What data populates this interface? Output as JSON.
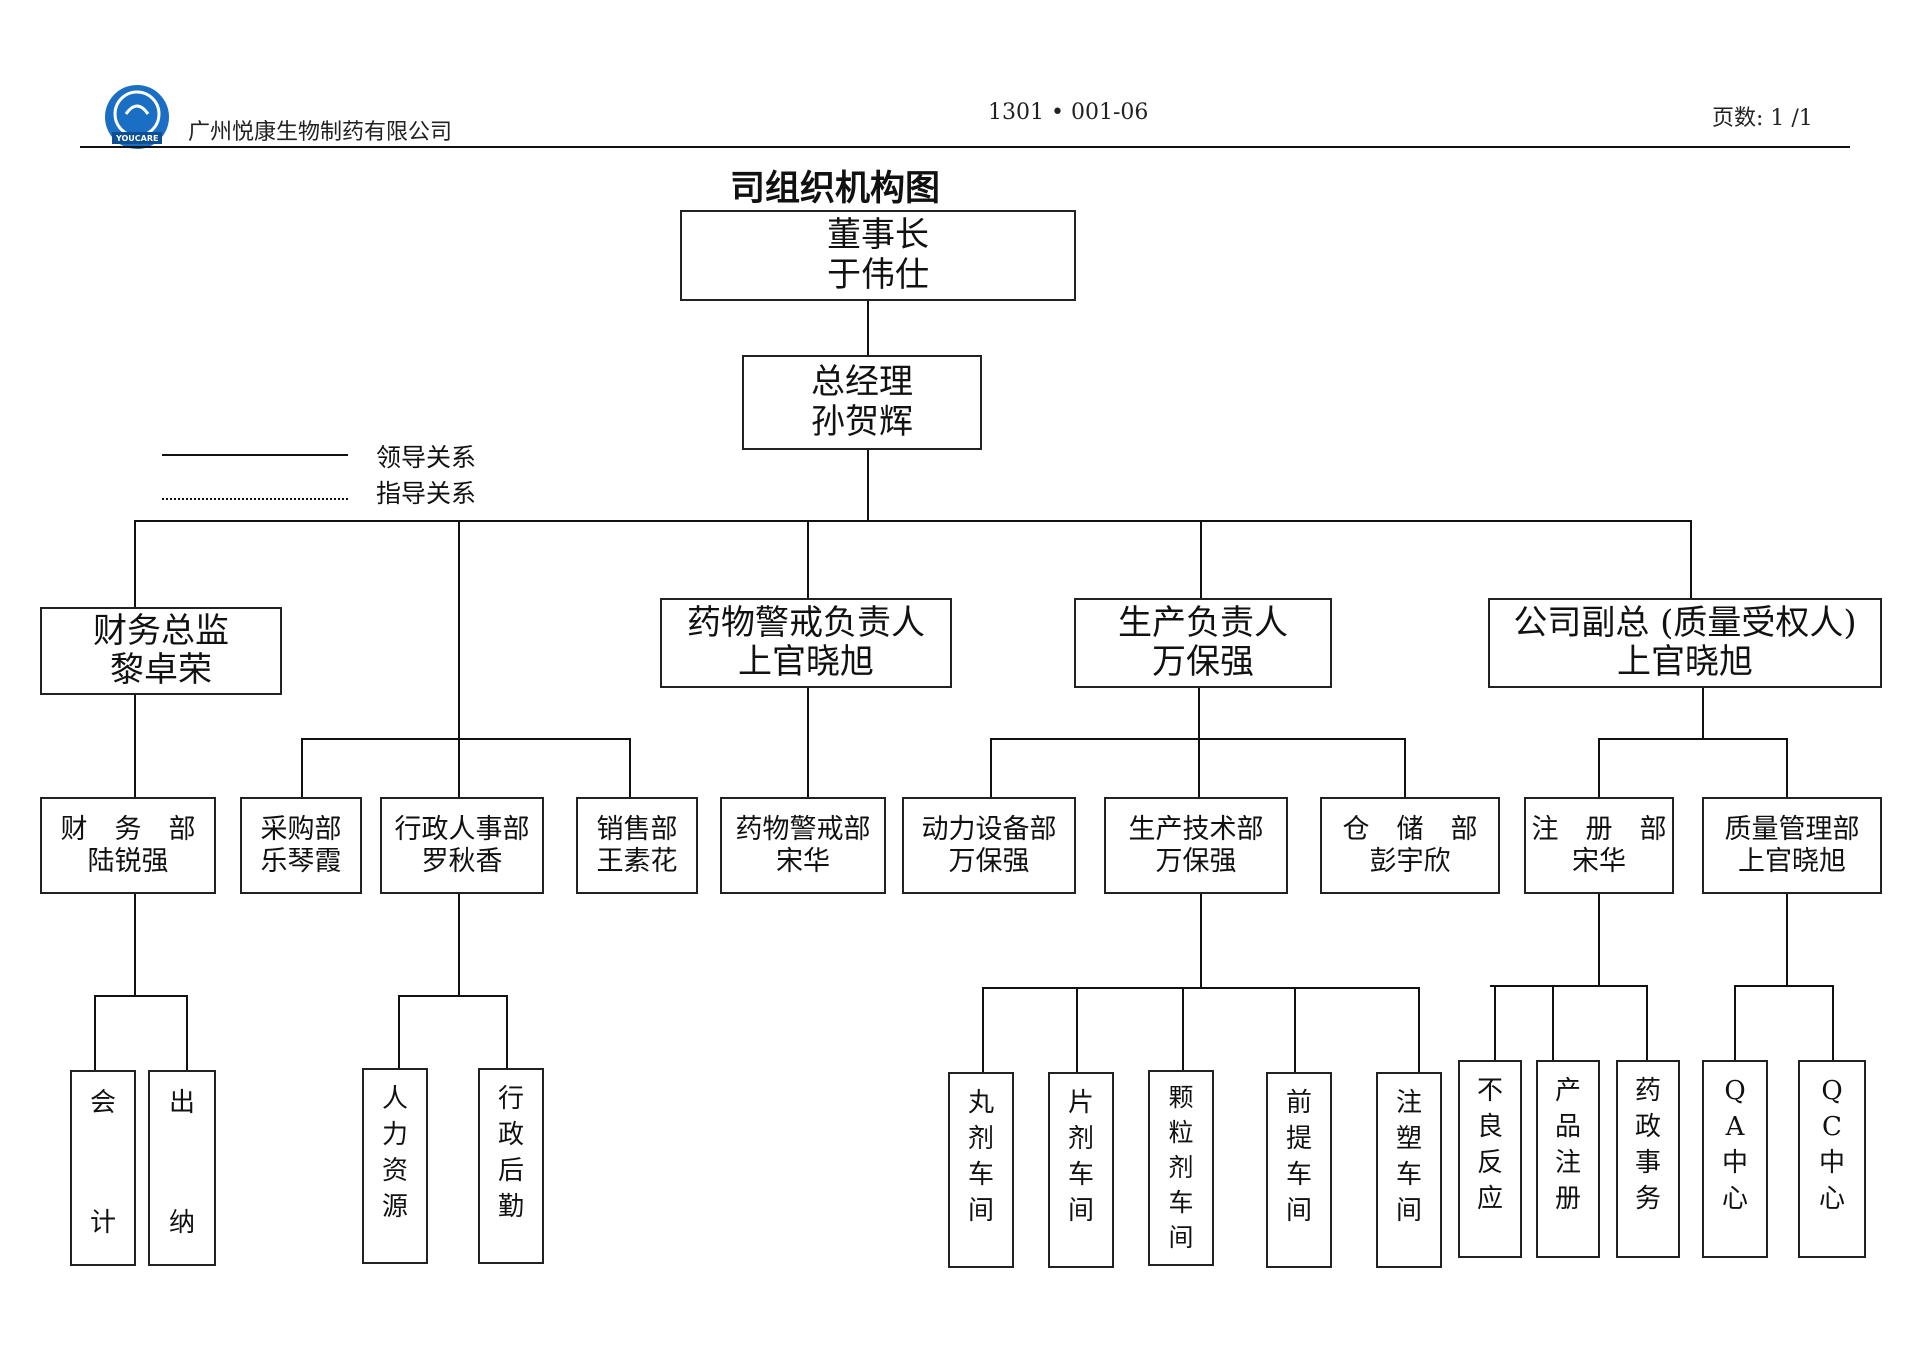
{
  "header": {
    "company": "广州悦康生物制药有限公司",
    "logo_text": "YOUCARE",
    "doc_number": "1301 • 001-06",
    "page_label": "页数: 1 /1"
  },
  "title": "司组织机构图",
  "legend": {
    "solid": "领导关系",
    "dotted": "指导关系"
  },
  "chairman": {
    "role": "董事长",
    "name": "于伟仕"
  },
  "gm": {
    "role": "总经理",
    "name": "孙贺辉"
  },
  "level2": [
    {
      "role": "财务总监",
      "name": "黎卓荣"
    },
    {
      "role": "药物警戒负责人",
      "name": "上官晓旭"
    },
    {
      "role": "生产负责人",
      "name": "万保强"
    },
    {
      "role": "公司副总 (质量受权人)",
      "name": "上官晓旭"
    }
  ],
  "departments": [
    {
      "dept": "财　务　部",
      "name": "陆锐强"
    },
    {
      "dept": "采购部",
      "name": "乐琴霞"
    },
    {
      "dept": "行政人事部",
      "name": "罗秋香"
    },
    {
      "dept": "销售部",
      "name": "王素花"
    },
    {
      "dept": "药物警戒部",
      "name": "宋华"
    },
    {
      "dept": "动力设备部",
      "name": "万保强"
    },
    {
      "dept": "生产技术部",
      "name": "万保强"
    },
    {
      "dept": "仓　储　部",
      "name": "彭宇欣"
    },
    {
      "dept": "注　册　部",
      "name": "宋华"
    },
    {
      "dept": "质量管理部",
      "name": "上官晓旭"
    }
  ],
  "units": {
    "finance": [
      [
        "会",
        "计"
      ],
      [
        "出",
        "纳"
      ]
    ],
    "admin": [
      [
        "人",
        "力",
        "资",
        "源"
      ],
      [
        "行",
        "政",
        "后",
        "勤"
      ]
    ],
    "production": [
      [
        "丸",
        "剂",
        "车",
        "间"
      ],
      [
        "片",
        "剂",
        "车",
        "间"
      ],
      [
        "颗",
        "粒",
        "剂",
        "车",
        "间"
      ],
      [
        "前",
        "提",
        "车",
        "间"
      ],
      [
        "注",
        "塑",
        "车",
        "间"
      ]
    ],
    "registration": [
      [
        "不",
        "良",
        "反",
        "应"
      ],
      [
        "产",
        "品",
        "注",
        "册"
      ],
      [
        "药",
        "政",
        "事",
        "务"
      ]
    ],
    "quality": [
      [
        "Q",
        "A",
        "中",
        "心"
      ],
      [
        "Q",
        "C",
        "中",
        "心"
      ]
    ]
  }
}
